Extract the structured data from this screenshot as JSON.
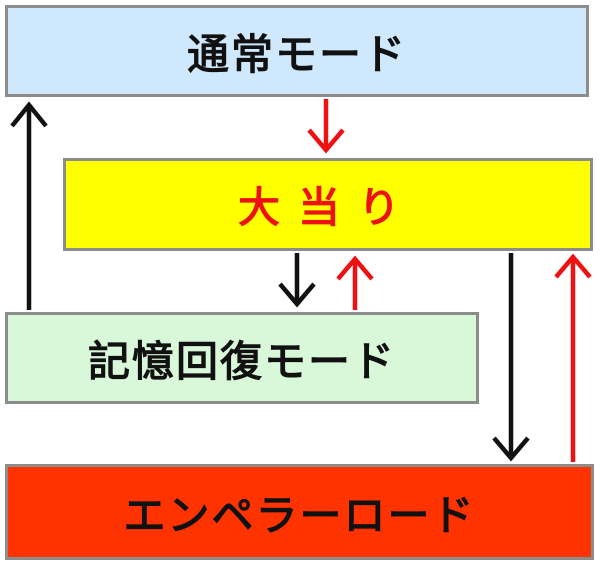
{
  "nodes": {
    "normal_mode": {
      "label": "通常モード",
      "fill": "#cfe8fb",
      "text_color": "#111111"
    },
    "jackpot": {
      "label": "大当り",
      "fill": "#ffff00",
      "text_color": "#ee1111"
    },
    "memory_recovery_mode": {
      "label": "記憶回復モード",
      "fill": "#d9f7d9",
      "text_color": "#111111"
    },
    "emperor_road": {
      "label": "エンペラーロード",
      "fill": "#ff3300",
      "text_color": "#111111"
    }
  },
  "edges": [
    {
      "from": "normal_mode",
      "to": "jackpot",
      "color": "#ee1111"
    },
    {
      "from": "jackpot",
      "to": "memory_recovery_mode",
      "color": "#111111"
    },
    {
      "from": "memory_recovery_mode",
      "to": "jackpot",
      "color": "#ee1111"
    },
    {
      "from": "memory_recovery_mode",
      "to": "normal_mode",
      "color": "#111111"
    },
    {
      "from": "jackpot",
      "to": "emperor_road",
      "color": "#111111"
    },
    {
      "from": "emperor_road",
      "to": "jackpot",
      "color": "#ee1111"
    }
  ]
}
